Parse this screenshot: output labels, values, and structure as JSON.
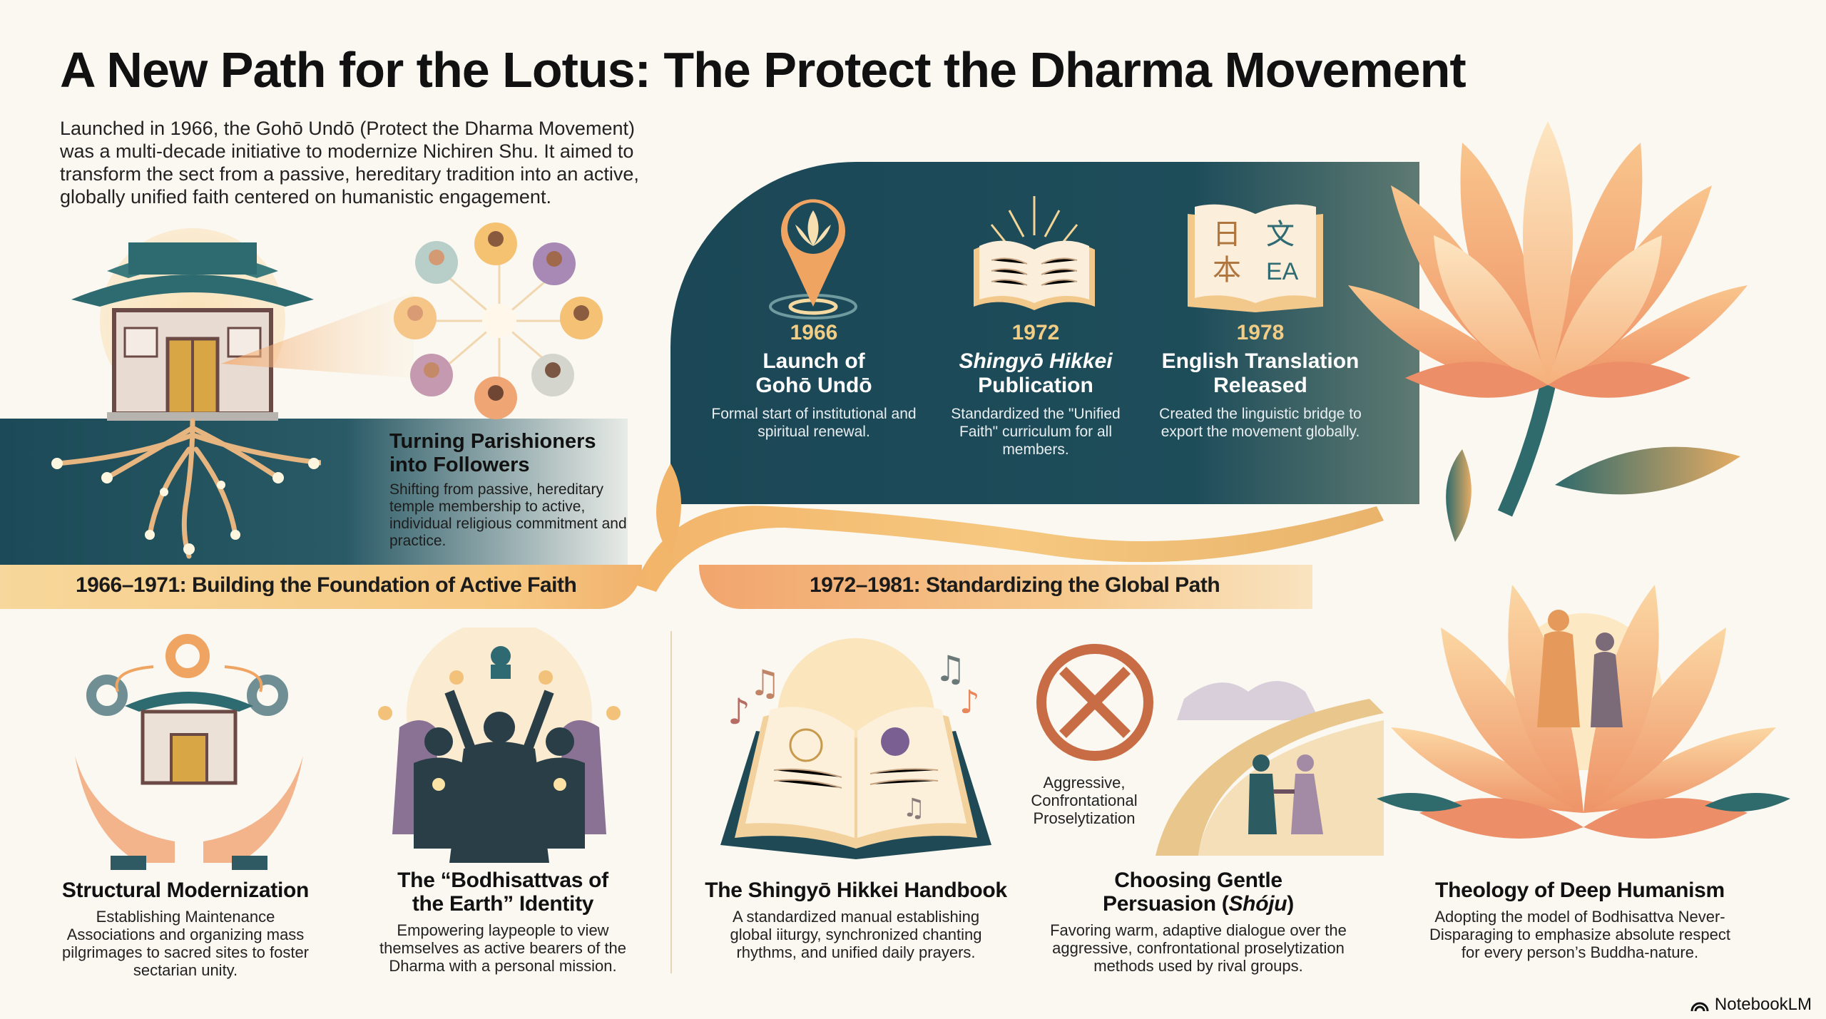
{
  "header": {
    "title": "A New Path for the Lotus: The Protect the Dharma Movement",
    "intro": "Launched in 1966, the Gohō Undō (Protect the Dharma Movement) was a multi-decade initiative to modernize Nichiren Shu. It aimed to transform the sect from a passive, hereditary tradition into an active, globally unified faith centered on humanistic engagement."
  },
  "turning": {
    "title": "Turning Parishioners into Followers",
    "desc": "Shifting from passive, hereditary temple membership to active, individual religious commitment and practice."
  },
  "milestones": [
    {
      "year": "1966",
      "title_a": "Launch of",
      "title_b": "Gohō Undō",
      "desc": "Formal start of institutional and spiritual renewal.",
      "icon": "lotus-pin-icon"
    },
    {
      "year": "1972",
      "title_a": "Shingyō Hikkei",
      "title_b": "Publication",
      "desc": "Standardized the \"Unified Faith\" curriculum for all members.",
      "icon": "open-book-icon"
    },
    {
      "year": "1978",
      "title_a": "English Translation",
      "title_b": "Released",
      "desc": "Created the linguistic bridge to export the movement globally.",
      "icon": "translation-book-icon"
    }
  ],
  "phases": [
    {
      "label": "1966–1971: Building the Foundation of Active Faith"
    },
    {
      "label": "1972–1981: Standardizing the Global Path"
    }
  ],
  "cards": [
    {
      "title": "Structural Modernization",
      "desc": "Establishing Maintenance Associations and organizing mass pilgrimages to sacred sites to foster sectarian unity.",
      "icon": "temple-hands-gears-icon"
    },
    {
      "title": "The “Bodhisattvas of the Earth” Identity",
      "desc": "Empowering laypeople to view themselves as active bearers of the Dharma with a personal mission.",
      "icon": "bodhisattva-figures-icon"
    },
    {
      "title": "The Shingyō Hikkei Handbook",
      "desc": "A standardized manual establishing global iiturgy, synchronized chanting rhythms, and unified daily prayers.",
      "icon": "handbook-icon"
    },
    {
      "title_a": "Choosing Gentle",
      "title_b": "Persuasion (",
      "title_it": "Shóju",
      "title_c": ")",
      "desc": "Favoring warm, adaptive dialogue over the aggressive, confrontational proselytization methods used by rival groups.",
      "icon": "bridge-handshake-icon"
    },
    {
      "title": "Theology of Deep Humanism",
      "desc": "Adopting the model of Bodhisattva Never-Disparaging to emphasize absolute respect for every person’s Buddha-nature.",
      "icon": "lotus-bodhisattva-icon"
    }
  ],
  "prohibited_label": "Aggressive, Confrontational Proselytization",
  "translation_glyphs": {
    "left_top": "日",
    "left_bottom": "本",
    "right_top": "文",
    "right_bottom": "EA"
  },
  "brand": {
    "label": "NotebookLM"
  },
  "colors": {
    "teal": "#1c4a58",
    "gold": "#f1cd86",
    "peach": "#f6c882",
    "coral": "#e9875a",
    "background": "#faf8f1"
  }
}
